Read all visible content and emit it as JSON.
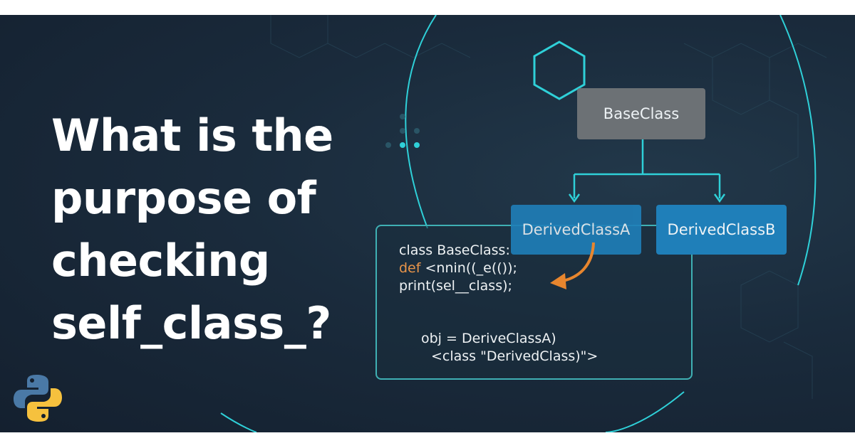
{
  "title_lines": [
    "What is the",
    "purpose of",
    "checking",
    "self_class_?"
  ],
  "diagram": {
    "base": "BaseClass",
    "derived_a": "DerivedClassA",
    "derived_b": "DerivedClassB"
  },
  "code": {
    "line1": "class BaseClass:",
    "line2_kw": "def",
    "line2_rest": " <nnin((_e(());",
    "line3": "print(sel__class);",
    "line4": "obj = DeriveClassA)",
    "line5": "<class \"DerivedClass)\">"
  },
  "colors": {
    "accent": "#2fd0d8",
    "arrow": "#e8862e",
    "box_blue": "#1f7fb9",
    "box_gray": "#6c7175"
  }
}
